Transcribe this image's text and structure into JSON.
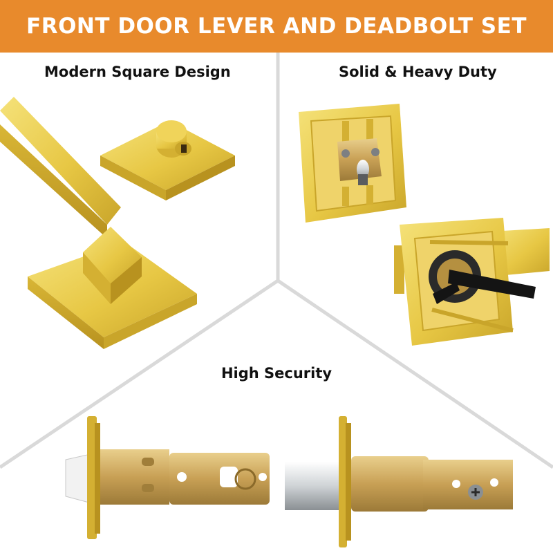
{
  "banner": {
    "title": "FRONT DOOR LEVER AND DEADBOLT SET",
    "color": "#e88a2c"
  },
  "sections": {
    "top_left": {
      "label": "Modern Square Design"
    },
    "top_right": {
      "label": "Solid & Heavy Duty"
    },
    "bottom": {
      "label": "High Security"
    }
  },
  "colors": {
    "gold": "#e7c744",
    "gold_dark": "#c9a52a",
    "gold_light": "#f5e27a",
    "brass": "#c8a055",
    "divider": "#d9d9d9"
  },
  "images": [
    {
      "name": "lever-handle-image",
      "description_icon": "lever-handle"
    },
    {
      "name": "deadbolt-rose-image",
      "description_icon": "deadbolt-keyhole"
    },
    {
      "name": "rose-back-plate-image",
      "description_icon": "back-plate"
    },
    {
      "name": "thumbturn-back-image",
      "description_icon": "thumbturn-spindle"
    },
    {
      "name": "latch-left-image",
      "description_icon": "latch-bolt"
    },
    {
      "name": "latch-right-image",
      "description_icon": "deadbolt-latch"
    }
  ]
}
